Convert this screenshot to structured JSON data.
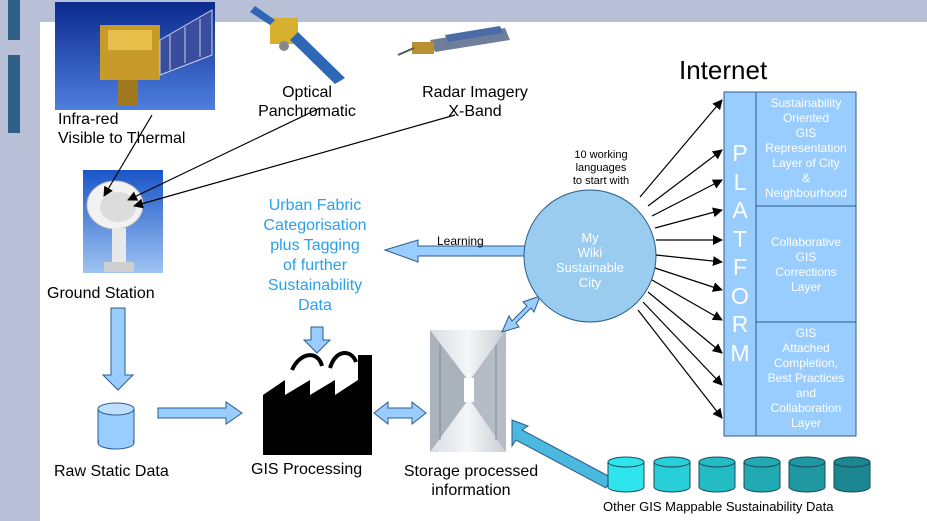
{
  "labels": {
    "infrared": "Infra-red\nVisible to Thermal",
    "optical": "Optical\nPanchromatic",
    "radar": "Radar Imagery\nX-Band",
    "internet": "Internet",
    "ground_station": "Ground Station",
    "raw_static": "Raw Static Data",
    "gis_processing": "GIS Processing",
    "storage": "Storage processed\ninformation",
    "other_gis": "Other GIS Mappable Sustainability Data",
    "urban_fabric": "Urban Fabric\nCategorisation\nplus Tagging\nof further\nSustainability\nData",
    "learning": "Learning",
    "working_languages": "10 working\nlanguages\nto start with",
    "wiki": "My\nWiki\nSustainable\nCity"
  },
  "platform": {
    "letters": [
      "P",
      "L",
      "A",
      "T",
      "F",
      "O",
      "R",
      "M"
    ],
    "cells": [
      "Sustainability\nOriented\nGIS\nRepresentation\nLayer of City\n&\nNeighbourhood",
      "Collaborative\nGIS\nCorrections\nLayer",
      "GIS\nAttached\nCompletion,\nBest Practices\nand\nCollaboration\nLayer"
    ]
  },
  "colors": {
    "sidebar": "#b8c0d8",
    "sidebar_accent": "#2f5f86",
    "light_blue": "#99ccff",
    "wiki_circle": "#99ccee",
    "urban_text": "#2aa1e6",
    "cyan_arrow": "#4bb8e0",
    "cylinders": [
      "#2ee5ee",
      "#28cfd8",
      "#24bcc4",
      "#21aab4",
      "#1f98a2",
      "#1c8790",
      "#1a7880"
    ]
  },
  "icons": [
    "satellite-icon",
    "factory-icon",
    "server-room-icon",
    "satellite-dish-icon",
    "database-cylinder-icon"
  ]
}
